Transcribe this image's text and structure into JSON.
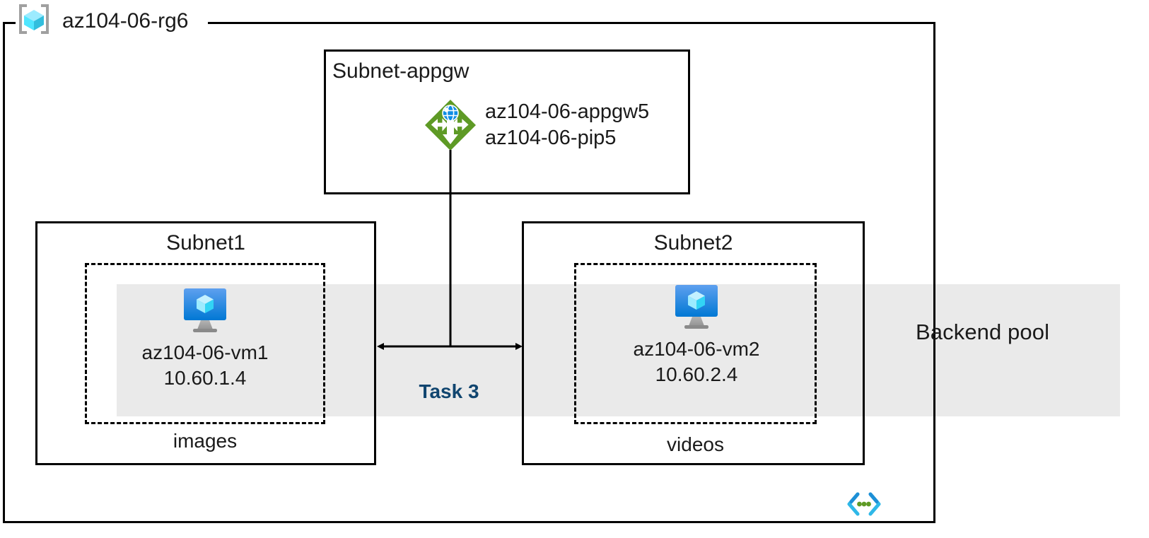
{
  "diagram": {
    "title": "az104-06-rg6",
    "resource_group": {
      "name": "az104-06-rg6",
      "icon": "resource-group-cube-icon"
    },
    "backend_pool": {
      "label": "Backend pool",
      "band_color": "#eaeaea"
    },
    "task": {
      "label": "Task 3",
      "color": "#10456f"
    },
    "corner_icon": "vnet-code-brackets-icon",
    "subnets": [
      {
        "id": "subnet-appgw",
        "title": "Subnet-appgw",
        "node": {
          "icon": "application-gateway-icon",
          "line1": "az104-06-appgw5",
          "line2": "az104-06-pip5"
        }
      },
      {
        "id": "subnet1",
        "title": "Subnet1",
        "sub_label": "images",
        "vm": {
          "icon": "virtual-machine-icon",
          "name": "az104-06-vm1",
          "ip": "10.60.1.4"
        }
      },
      {
        "id": "subnet2",
        "title": "Subnet2",
        "sub_label": "videos",
        "vm": {
          "icon": "virtual-machine-icon",
          "name": "az104-06-vm2",
          "ip": "10.60.2.4"
        }
      }
    ],
    "colors": {
      "stroke": "#000000",
      "text": "#1a1a1a",
      "appgw_green": "#5e9a25",
      "vm_blue": "#0078d4",
      "cube_cyan": "#50e6ff",
      "task_blue": "#10456f"
    }
  }
}
